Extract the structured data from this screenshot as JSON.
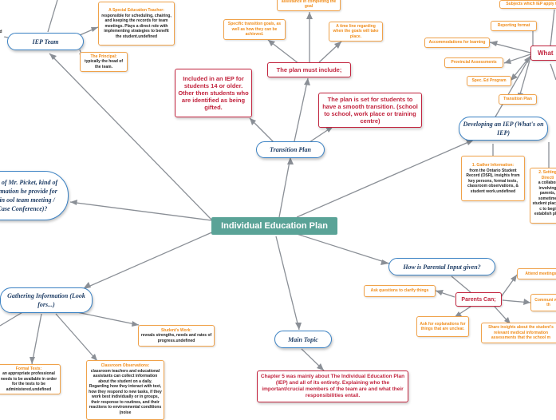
{
  "central": "Individual Education Plan",
  "topics": {
    "iep_team": "IEP Team",
    "transition_plan": "Transition Plan",
    "developing": "Developing an IEP (What's on IEP)",
    "parental_input": "How is Parental Input given?",
    "main_topic": "Main Topic",
    "gathering": "Gathering Information (Look fors...)",
    "case": "Case of Mr. Picket, kind of information he provide for the in ool team meeting / Case Conference)?"
  },
  "red_boxes": {
    "included": "Included in an IEP for students 14 or older. Other then students who are identified as being gifted.",
    "plan_must_include": "The plan must include;",
    "plan_set": "The plan is set for students to have a smooth transition. (school to school, work place or training centre)",
    "chapter5": "Chapter 5 was mainly about The Individual Education Plan (IEP) and all of its entirety. Explaining who the important/crucial members of the team are and what their responsibilities entail.",
    "what": "What",
    "parents_can": "Parents Can;"
  },
  "orange_boxes": {
    "special_ed_teacher_title": "A Special Education Teacher:",
    "special_ed_teacher_body": "responsible for scheduling, chairing, and keeping the records for team meetings. Plays a direct role with implementing strategies to benefit the student.undefined",
    "principal_title": "The Principal:",
    "principal_body": "typically the head of the team.",
    "specific_goals": "Specific transition goals, as well as how they can be achieved.",
    "assistance": "assistance in completing the goal",
    "timeline": "A time line regarding when the goals will take place.",
    "subjects": "Subjects which IEP apply t",
    "reporting": "Reporting format",
    "accommodations": "Accommodations for learning",
    "provincial": "Provincial Assessments",
    "spec_ed_program": "Spec. Ed Program",
    "transition_plan": "Transition Plan",
    "gather_title": "1. Gather Information:",
    "gather_body": "from the Ontario Student Record (OSR), insights from key persons, formal tests, classroom observations, & student work.undefined",
    "setting_title": "2. Setting Directi",
    "setting_body": "a collabor involving parents, sometime student place in c to begi establish plan",
    "formal_tests_title": "Formal Tests:",
    "formal_tests_body": "an appropriate professional needs to be available in order for the tests to be administered.undefined",
    "students_work_title": "Student's Work:",
    "students_work_body": "reveals strengths, needs and rates of progress.undefined",
    "classroom_title": "Classroom Observations:",
    "classroom_body": "classroom teachers and educational assistants can collect information about the student on a daily. Regarding how they interact with text, how they respond to new tasks, if they work best individually or in groups, their response to routines, and their reactions to environmental conditions (noise",
    "ask_questions": "Ask questions to clarify things",
    "ask_explanations": "Ask for explanations for things that are unclear.",
    "attend_meetings": "Attend meetings",
    "communicate": "Communi with th",
    "share": "Share insights about the student's relevant medical information assessments that the school m",
    "left_top_fragment": "d"
  }
}
